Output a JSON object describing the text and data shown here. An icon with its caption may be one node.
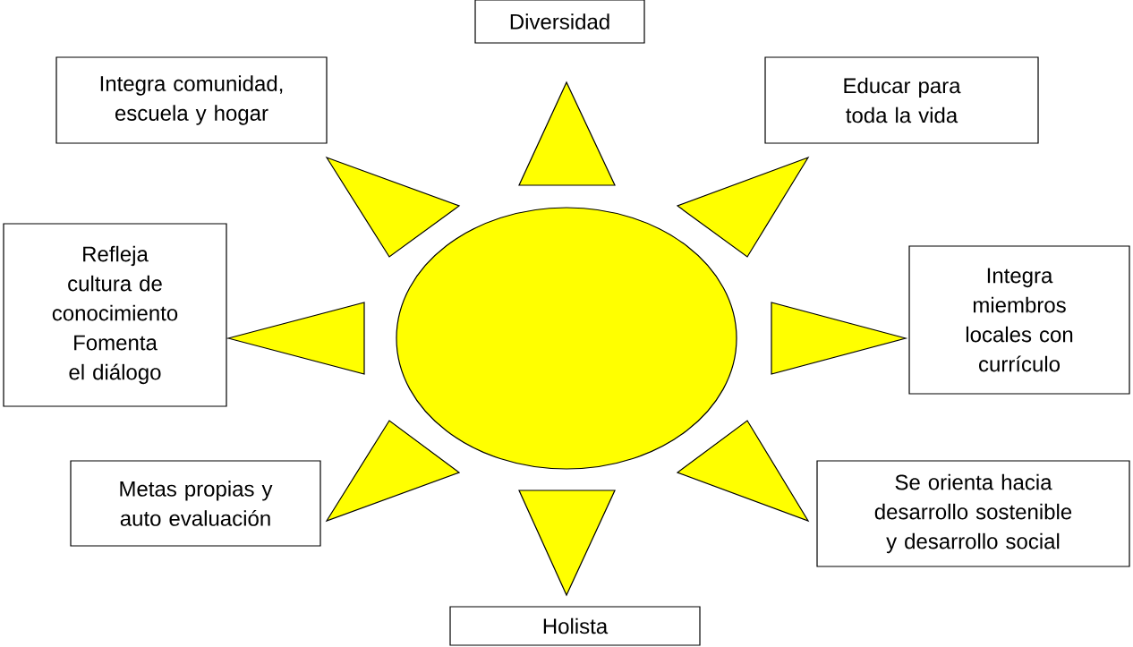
{
  "diagram": {
    "nodes": [
      {
        "text": [
          "Diversidad"
        ]
      },
      {
        "text": [
          "Integra comunidad, escuela y hogar"
        ]
      },
      {
        "text": [
          "Educar para toda la vida"
        ]
      },
      {
        "text": [],
        "shape": "triangle"
      },
      {
        "text": [],
        "shape": "triangle"
      },
      {
        "text": [],
        "shape": "triangle"
      },
      {
        "text": [
          "Refleja cultura de conocimiento Fomenta el diálogo"
        ]
      },
      {
        "text": [],
        "shape": "ellipse"
      },
      {
        "text": [],
        "shape": "triangle"
      },
      {
        "text": [],
        "shape": "triangle"
      },
      {
        "text": [
          "Integra miembros locales con currículo"
        ]
      },
      {
        "text": [],
        "shape": "triangle"
      },
      {
        "text": [],
        "shape": "triangle"
      },
      {
        "text": [
          "Metas propias y auto evaluación"
        ]
      },
      {
        "text": [
          "Se orienta hacia desarrollo sostenible y desarrollo social"
        ]
      },
      {
        "text": [],
        "shape": "triangle"
      },
      {
        "text": [
          "Holista"
        ]
      }
    ]
  }
}
